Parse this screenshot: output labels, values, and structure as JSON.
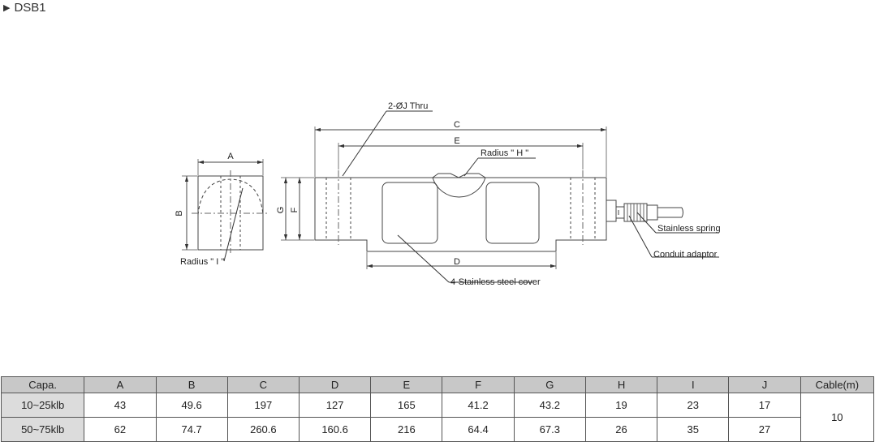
{
  "title": "DSB1",
  "drawing": {
    "labels": {
      "a": "A",
      "b": "B",
      "c": "C",
      "d": "D",
      "e": "E",
      "f": "F",
      "g": "G",
      "thru": "2-ØJ Thru",
      "radius_h": "Radius \" H \"",
      "radius_i": "Radius \" I \"",
      "cover": "4-Stainless steel cover",
      "spring": "Stainless spring",
      "conduit": "Conduit adaptor"
    }
  },
  "table": {
    "headers": [
      "Capa.",
      "A",
      "B",
      "C",
      "D",
      "E",
      "F",
      "G",
      "H",
      "I",
      "J",
      "Cable(m)"
    ],
    "rows": [
      {
        "capa": "10~25klb",
        "values": [
          "43",
          "49.6",
          "197",
          "127",
          "165",
          "41.2",
          "43.2",
          "19",
          "23",
          "17"
        ]
      },
      {
        "capa": "50~75klb",
        "values": [
          "62",
          "74.7",
          "260.6",
          "160.6",
          "216",
          "64.4",
          "67.3",
          "26",
          "35",
          "27"
        ]
      }
    ],
    "cable": "10"
  }
}
